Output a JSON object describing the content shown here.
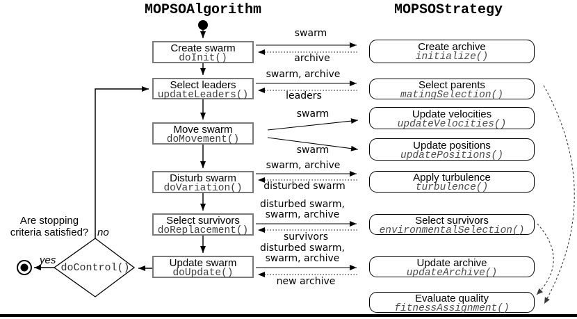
{
  "headers": {
    "left": "MOPSOAlgorithm",
    "right": "MOPSOStrategy"
  },
  "algorithm_nodes": [
    {
      "title": "Create swarm",
      "method": "doInit()"
    },
    {
      "title": "Select leaders",
      "method": "updateLeaders()"
    },
    {
      "title": "Move swarm",
      "method": "doMovement()"
    },
    {
      "title": "Disturb swarm",
      "method": "doVariation()"
    },
    {
      "title": "Select survivors",
      "method": "doReplacement()"
    },
    {
      "title": "Update swarm",
      "method": "doUpdate()"
    }
  ],
  "strategy_nodes": [
    {
      "title": "Create archive",
      "method": "initialize()"
    },
    {
      "title": "Select parents",
      "method": "matingSelection()"
    },
    {
      "title": "Update velocities",
      "method": "updateVelocities()"
    },
    {
      "title": "Update positions",
      "method": "updatePositions()"
    },
    {
      "title": "Apply turbulence",
      "method": "turbulence()"
    },
    {
      "title": "Select survivors",
      "method": "environmentalSelection()"
    },
    {
      "title": "Update archive",
      "method": "updateArchive()"
    },
    {
      "title": "Evaluate quality",
      "method": "fitnessAssignment()"
    }
  ],
  "decision": {
    "question": "Are stopping criteria satisfied?",
    "method": "doControl()",
    "no_label": "no",
    "yes_label": "yes"
  },
  "messages": [
    {
      "to_strategy": "swarm",
      "to_algorithm": "archive"
    },
    {
      "to_strategy": "swarm, archive",
      "to_algorithm": "leaders"
    },
    {
      "to_strategy_upper": "swarm",
      "to_strategy_lower": "swarm"
    },
    {
      "to_strategy": "swarm, archive",
      "to_algorithm": "disturbed swarm"
    },
    {
      "to_strategy": "disturbed swarm, swarm, archive",
      "to_algorithm": "survivors"
    },
    {
      "to_strategy": "disturbed swarm, swarm, archive",
      "to_algorithm": "new archive"
    }
  ],
  "colors": {
    "algorithm_box_border": "#7a7a7a",
    "strategy_box_border": "#000000",
    "line": "#000000",
    "dashed_curve": "#3a3a3a"
  }
}
